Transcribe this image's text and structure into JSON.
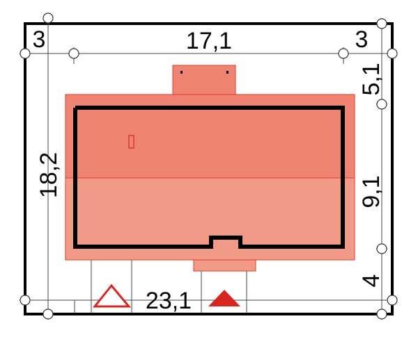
{
  "dimensions": {
    "top_left_margin": "3",
    "top_width": "17,1",
    "top_right_margin": "3",
    "left_depth": "18,2",
    "right_top": "5,1",
    "right_middle": "9,1",
    "right_bottom": "4",
    "bottom_width": "23,1"
  },
  "colors": {
    "roof_upper": "#f08473",
    "roof_lower": "#f29a88",
    "roof_edge": "#e43a24",
    "wall": "#000000",
    "entrance_outline": "#d9251f",
    "entrance_fill": "#d9251f"
  },
  "icons": {
    "garage_entrance": "outlined-triangle",
    "main_entrance": "filled-triangle"
  }
}
